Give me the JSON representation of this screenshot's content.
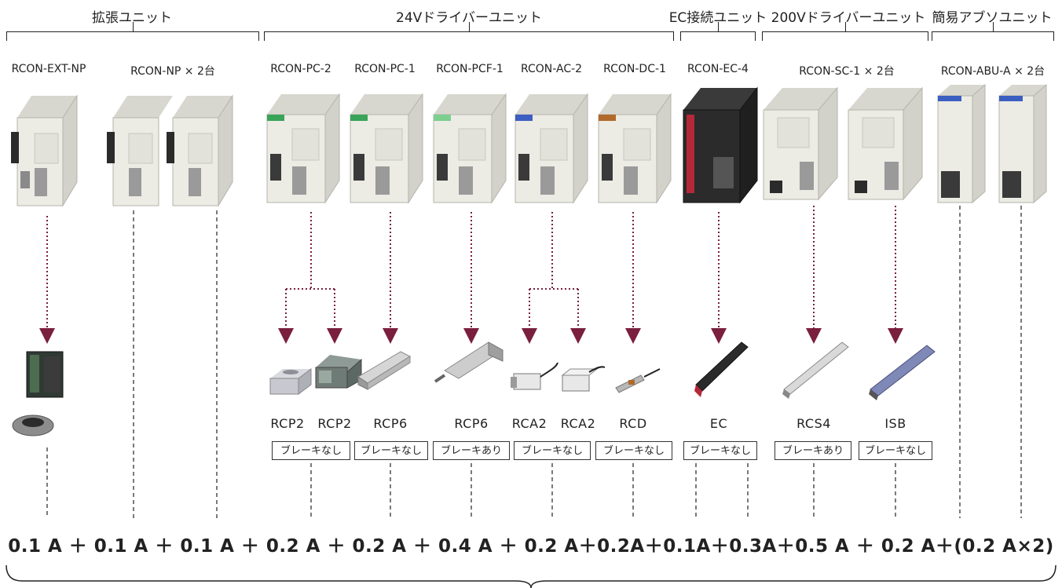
{
  "groups": [
    {
      "title": "拡張ユニット",
      "models": [
        "RCON-EXT-NP",
        "RCON-NP × 2台"
      ]
    },
    {
      "title": "24Vドライバーユニット",
      "models": [
        "RCON-PC-2",
        "RCON-PC-1",
        "RCON-PCF-1",
        "RCON-AC-2",
        "RCON-DC-1"
      ]
    },
    {
      "title": "EC接続ユニット",
      "models": [
        "RCON-EC-4"
      ]
    },
    {
      "title": "200Vドライバーユニット",
      "models": [
        "RCON-SC-1 × 2台"
      ]
    },
    {
      "title": "簡易アブソユニット",
      "models": [
        "RCON-ABU-A × 2台"
      ]
    }
  ],
  "actuators": [
    "RCP2",
    "RCP2",
    "RCP6",
    "RCP6",
    "RCA2",
    "RCA2",
    "RCD",
    "EC",
    "RCS4",
    "ISB"
  ],
  "brakes": [
    "ブレーキなし",
    "ブレーキなし",
    "ブレーキあり",
    "ブレーキなし",
    "ブレーキなし",
    "ブレーキなし",
    "ブレーキあり",
    "ブレーキなし"
  ],
  "formula": "0.1 A ＋ 0.1 A ＋ 0.1 A ＋ 0.2 A ＋ 0.2 A ＋ 0.4 A ＋ 0.2 A＋0.2A＋0.1A＋0.3A＋0.5 A ＋ 0.2 A＋(0.2 A×2)",
  "colors": {
    "arrow": "#7a1f3d",
    "line": "#222222",
    "unit_body": "#ecebe4",
    "ec_body": "#2b2b2b"
  }
}
